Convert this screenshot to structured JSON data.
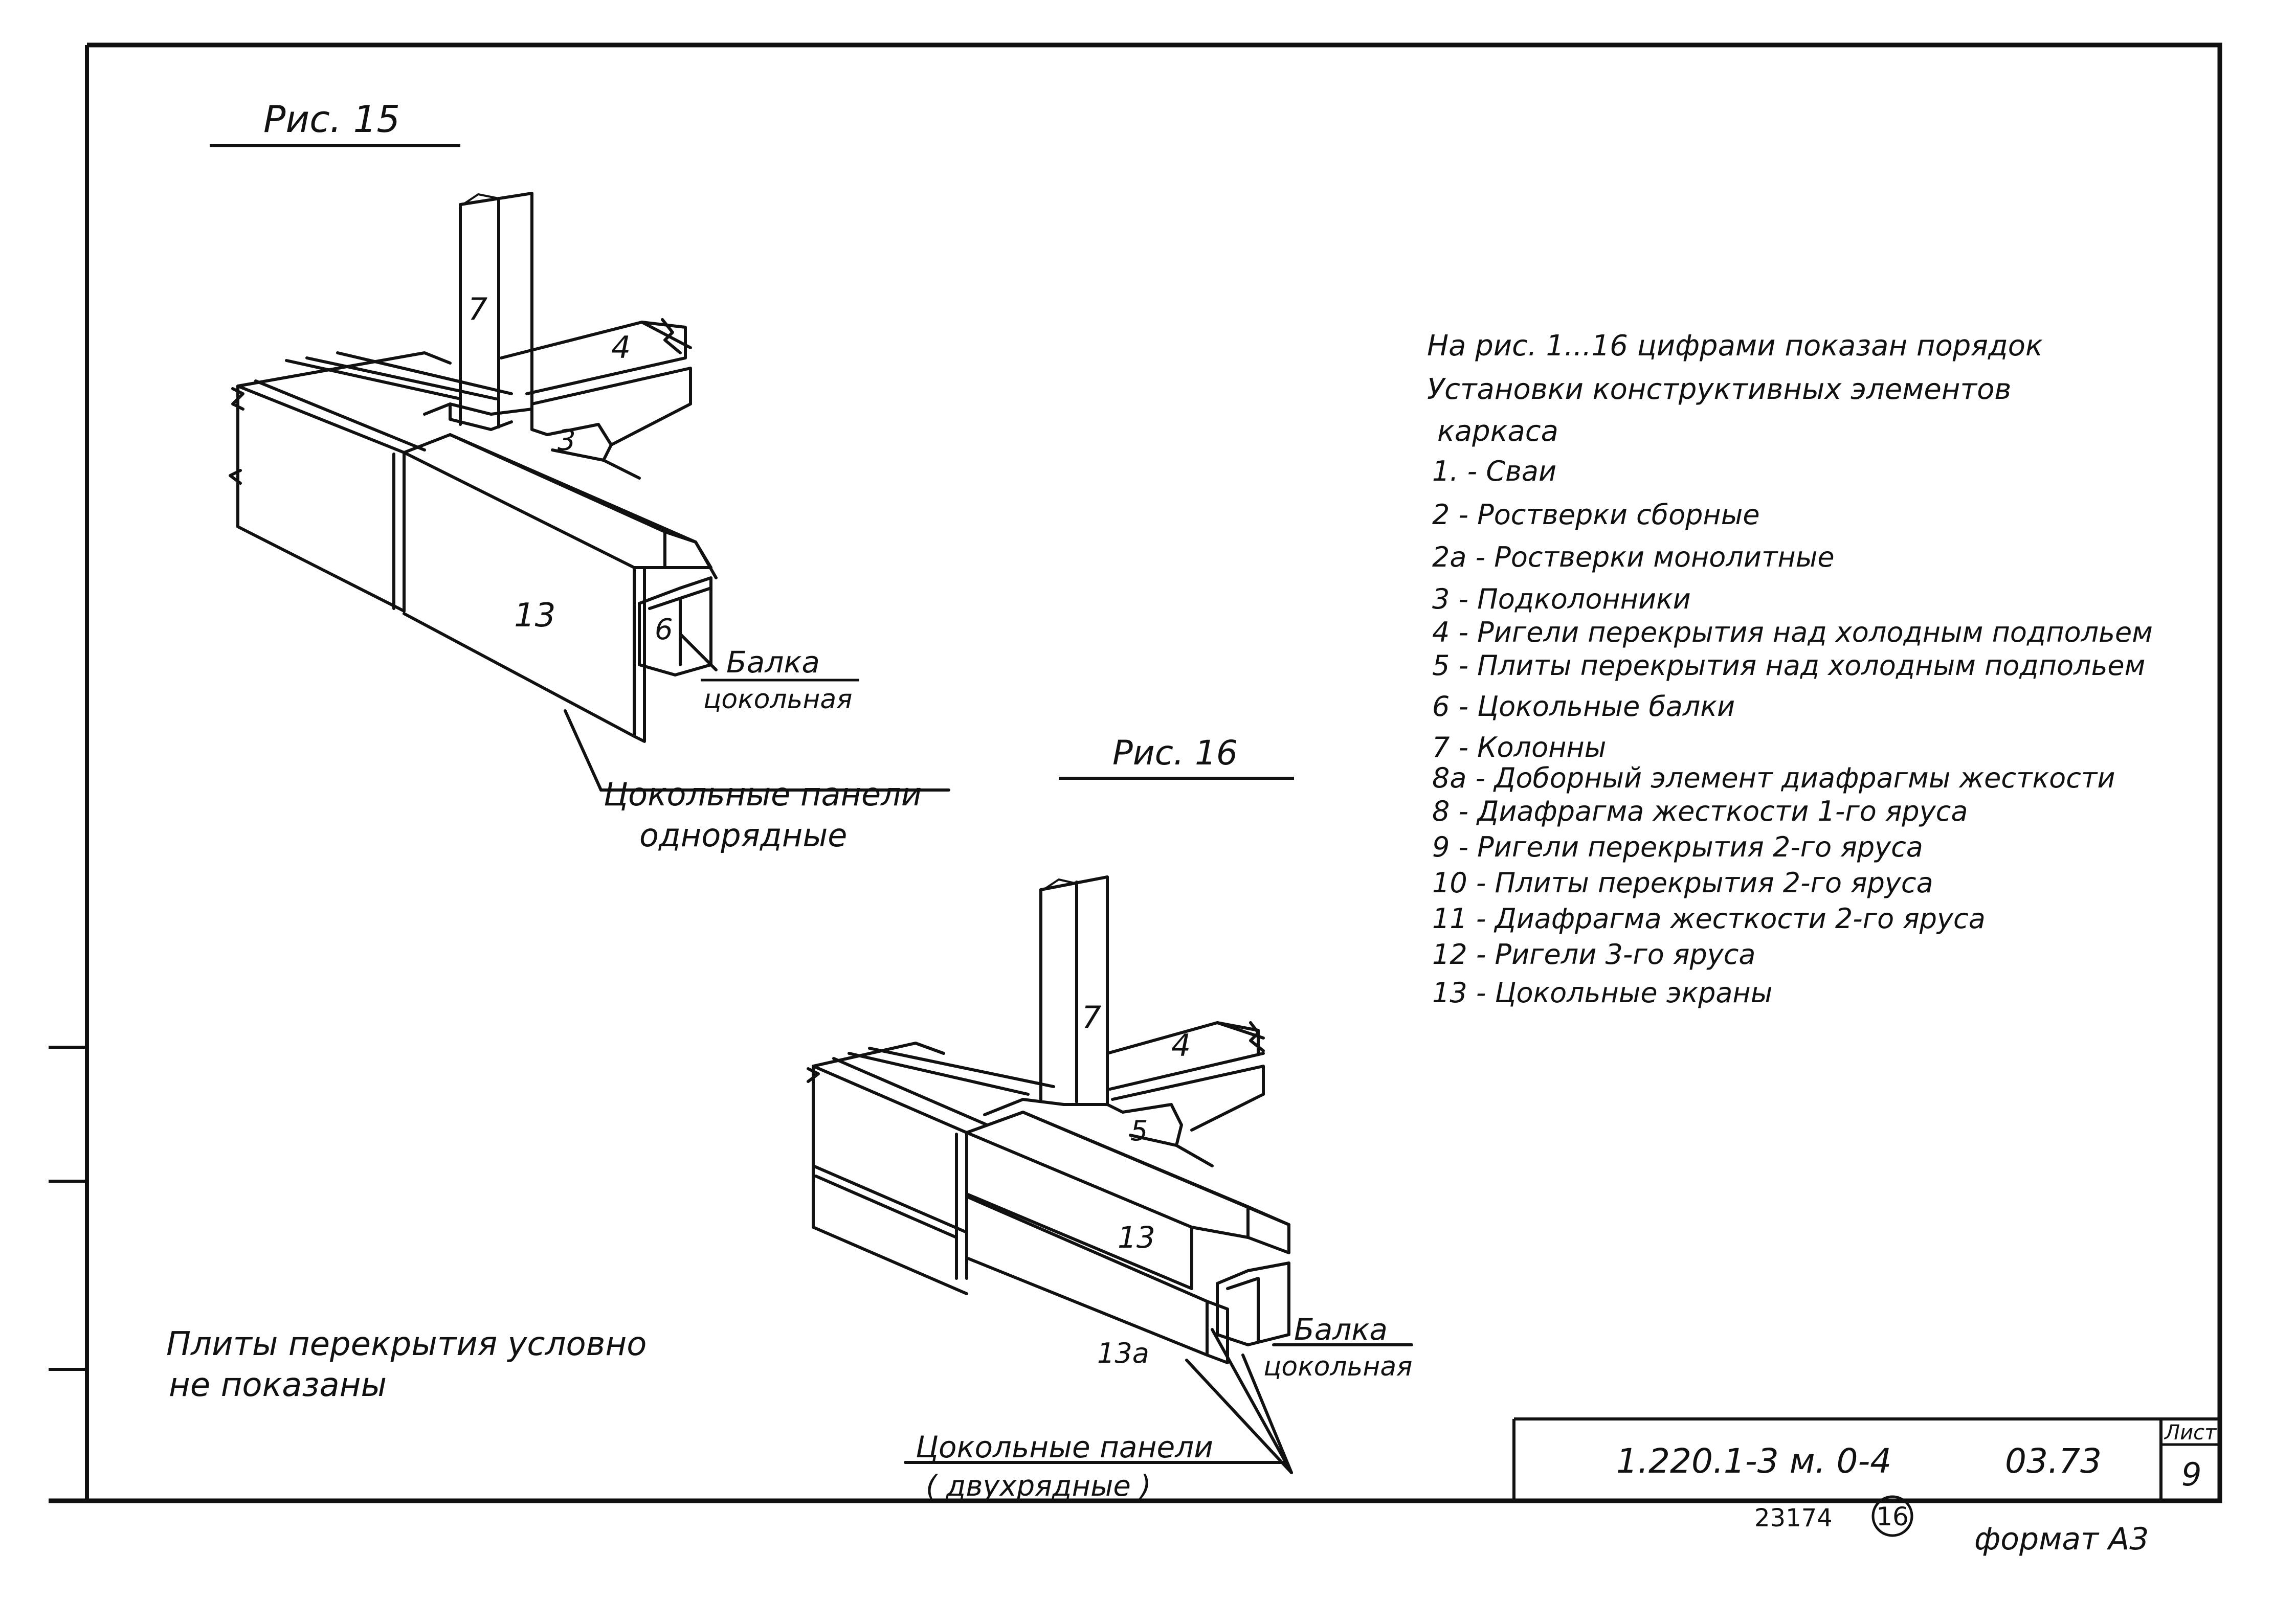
{
  "fig15": {
    "title": "Рис. 15",
    "labels": {
      "column": "7",
      "girder": "4",
      "subcolumn": "3",
      "panel": "13",
      "beam": "6",
      "beam_caption_1": "Балка",
      "beam_caption_2": "цокольная",
      "panels_caption_1": "Цокольные панели",
      "panels_caption_2": "однорядные"
    }
  },
  "fig16": {
    "title": "Рис. 16",
    "labels": {
      "column": "7",
      "girder": "4",
      "subcolumn": "5",
      "panel": "13",
      "panel_lower": "13а",
      "beam_caption_1": "Балка",
      "beam_caption_2": "цокольная",
      "panels_caption_1": "Цокольные панели",
      "panels_caption_2": "( двухрядные )"
    }
  },
  "legend": {
    "intro": [
      "На рис. 1...16 цифрами показан порядок",
      "Установки конструктивных элементов",
      "каркаса"
    ],
    "items": [
      "1. -  Сваи",
      "2 - Ростверки сборные",
      "2а - Ростверки монолитные",
      "3 - Подколонники",
      "4 - Ригели перекрытия над холодным подпольем",
      "5 - Плиты перекрытия над холодным подпольем",
      "6 - Цокольные балки",
      "7 - Колонны",
      "8а - Доборный элемент диафрагмы жесткости",
      "8 - Диафрагма жесткости 1-го яруса",
      "9 - Ригели перекрытия 2-го яруса",
      "10 - Плиты перекрытия 2-го яруса",
      "11 - Диафрагма жесткости 2-го яруса",
      "12 - Ригели 3-го яруса",
      "13 - Цокольные экраны"
    ]
  },
  "note": {
    "line1": "Плиты перекрытия условно",
    "line2": "не показаны"
  },
  "title_block": {
    "code": "1.220.1-3 м. 0-4",
    "issue": "03.73",
    "sheet_label": "Лист",
    "sheet_number": "9"
  },
  "footer": {
    "inventory_number": "23174",
    "circled_number": "16",
    "format": "формат А3"
  }
}
